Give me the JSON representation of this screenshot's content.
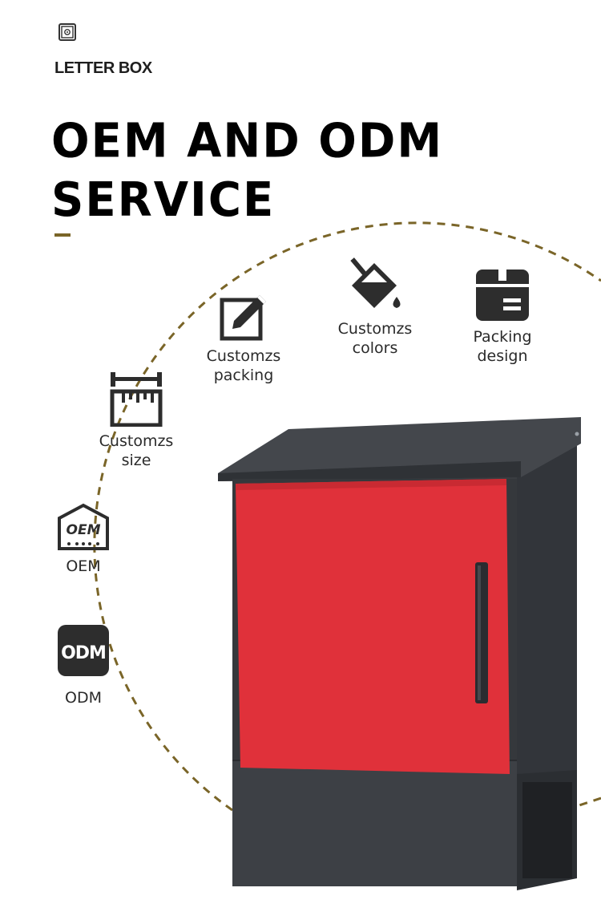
{
  "brand": {
    "label": "LETTER BOX",
    "icon": "safe-icon"
  },
  "headline": {
    "line1": "OEM AND ODM",
    "line2": "SERVICE"
  },
  "features": [
    {
      "icon": "ruler-icon",
      "label": "Customzs\nsize"
    },
    {
      "icon": "edit-icon",
      "label": "Customzs\npacking"
    },
    {
      "icon": "paint-bucket-icon",
      "label": "Customzs\ncolors"
    },
    {
      "icon": "box-icon",
      "label": "Packing\ndesign"
    },
    {
      "icon": "oem-badge-icon",
      "label": "OEM",
      "badge_text": "OEM"
    },
    {
      "icon": "odm-badge-icon",
      "label": "ODM",
      "badge_text": "ODM"
    }
  ],
  "colors": {
    "accent": "#7a6528",
    "dashed_arc": "#7a6528",
    "icon_dark": "#2d2d2d",
    "mailbox_body": "#3a3d41",
    "mailbox_door": "#e0313a"
  }
}
